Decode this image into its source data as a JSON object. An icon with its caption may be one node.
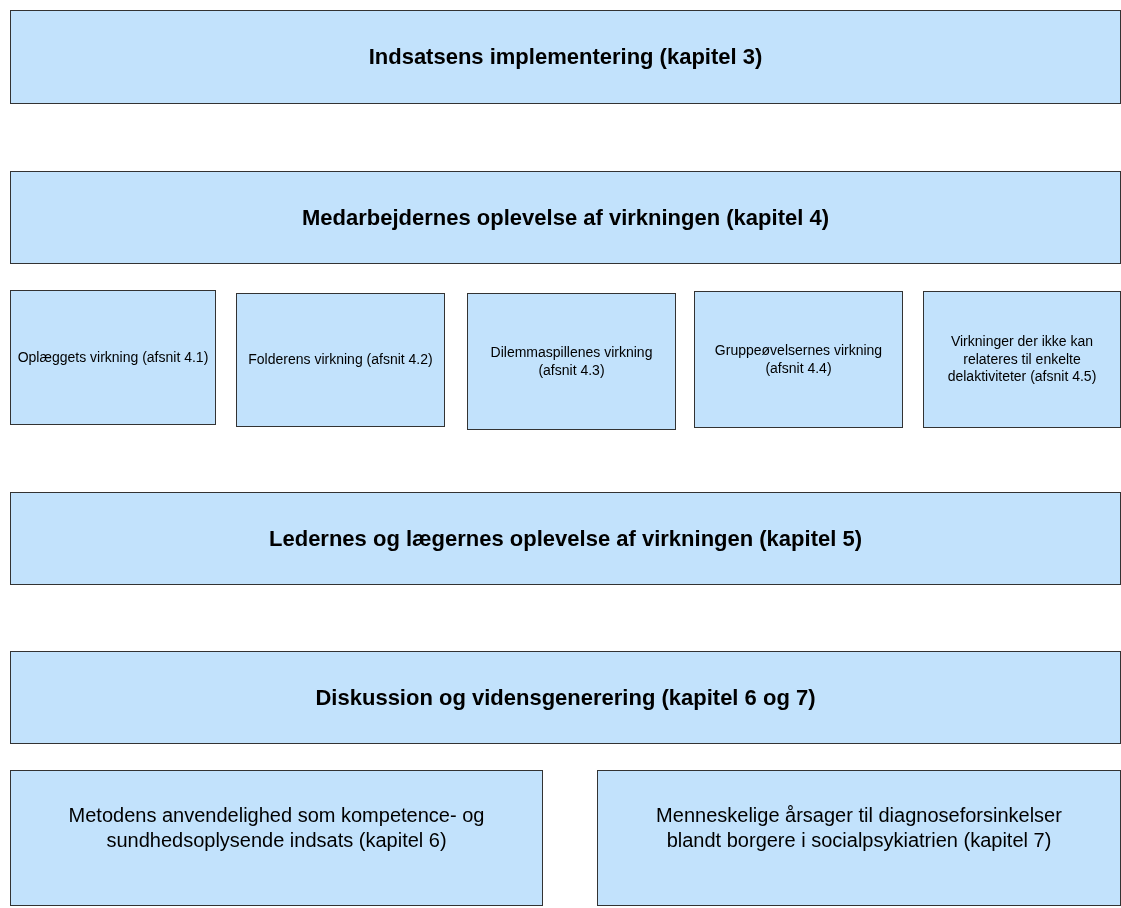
{
  "diagram": {
    "nodes": [
      {
        "text": [
          "Indsatsens implementering (kapitel 3)"
        ]
      },
      {
        "text": [
          "Medarbejdernes oplevelse af virkningen (kapitel 4)"
        ]
      },
      {
        "text": [
          "Oplæggets virkning (afsnit 4.1)"
        ]
      },
      {
        "text": [
          "Folderens virkning (afsnit 4.2)"
        ]
      },
      {
        "text": [
          "Dilemmaspillenes virkning (afsnit 4.3)"
        ]
      },
      {
        "text": [
          "Gruppeøvelsernes virkning (afsnit 4.4)"
        ]
      },
      {
        "text": [
          "Virkninger der ikke kan relateres til enkelte delaktiviteter (afsnit 4.5)"
        ]
      },
      {
        "text": [
          "Ledernes og lægernes oplevelse af virkningen (kapitel 5)"
        ]
      },
      {
        "text": [
          "Diskussion og vidensgenerering (kapitel 6 og 7)"
        ]
      },
      {
        "text": [
          "Metodens anvendelighed som kompetence- og sundhedsoplysende indsats (kapitel 6)"
        ]
      },
      {
        "text": [
          "Menneskelige årsager til diagnoseforsinkelser blandt borgere i socialpsykiatrien (kapitel 7)"
        ]
      }
    ]
  }
}
